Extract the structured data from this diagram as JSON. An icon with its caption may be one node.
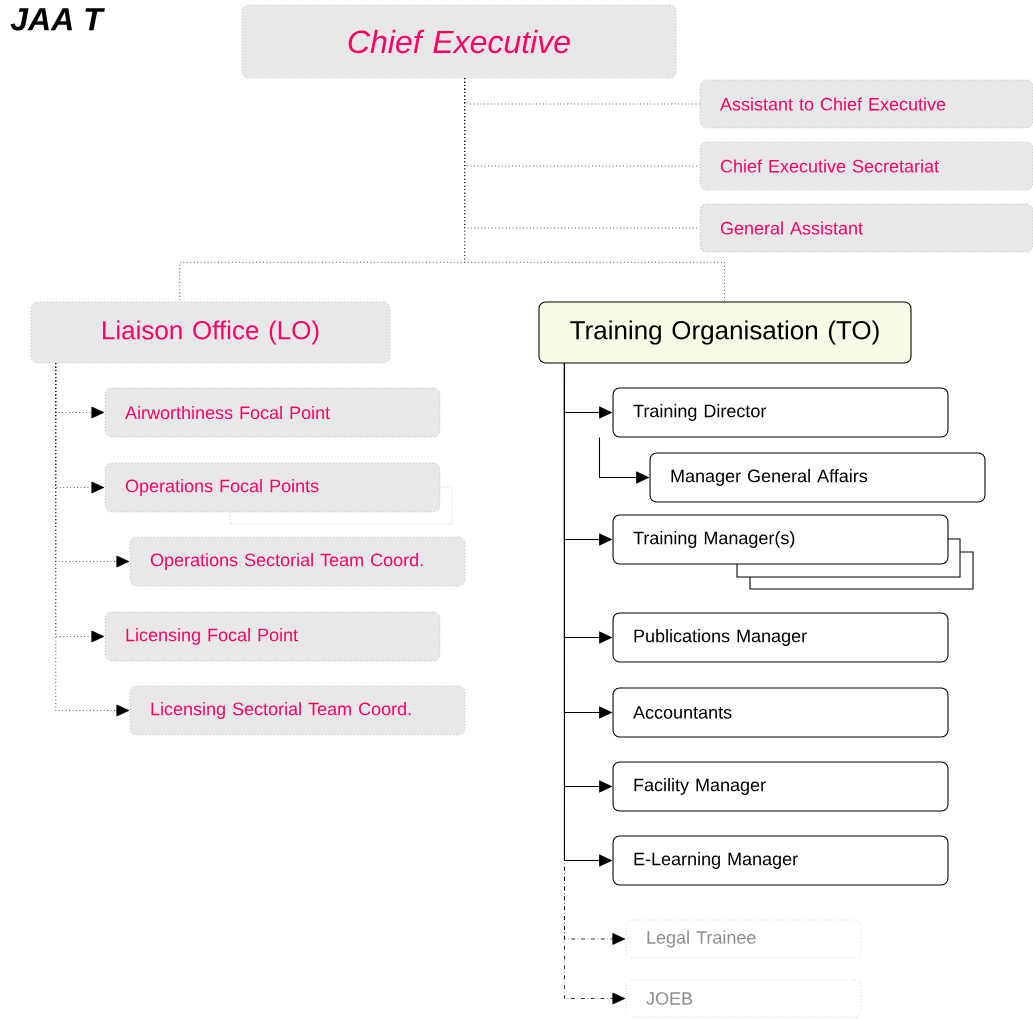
{
  "diagram": {
    "title": "JAA T",
    "nodes": [
      {
        "text": [
          "Chief Executive"
        ]
      },
      {
        "text": [
          "Assistant to Chief Executive"
        ]
      },
      {
        "text": [
          "Chief Executive Secretariat"
        ]
      },
      {
        "text": [
          "General Assistant"
        ]
      },
      {
        "text": [
          "Liaison Office (LO)"
        ]
      },
      {
        "text": [
          "Training Organisation (TO)"
        ]
      },
      {
        "text": [
          "Airworthiness Focal Point"
        ]
      },
      {
        "text": [
          "Operations Focal Points"
        ]
      },
      {
        "text": [
          "Operations Sectorial Team Coord."
        ]
      },
      {
        "text": [
          "Licensing Focal Point"
        ]
      },
      {
        "text": [
          "Licensing Sectorial Team Coord."
        ]
      },
      {
        "text": [
          "Training Director"
        ]
      },
      {
        "text": [
          "Manager General Affairs"
        ]
      },
      {
        "text": [
          "Training Manager(s)"
        ]
      },
      {
        "text": [
          "Publications Manager"
        ]
      },
      {
        "text": [
          "Accountants"
        ]
      },
      {
        "text": [
          "Facility Manager"
        ]
      },
      {
        "text": [
          "E-Learning Manager"
        ]
      },
      {
        "text": [
          "Legal Trainee"
        ]
      },
      {
        "text": [
          "JOEB"
        ]
      }
    ],
    "edges": [
      {
        "from": 0,
        "to": 1,
        "arrow": "none",
        "style": "dashed"
      },
      {
        "from": 0,
        "to": 2,
        "arrow": "none",
        "style": "dashed"
      },
      {
        "from": 0,
        "to": 3,
        "arrow": "none",
        "style": "dashed"
      },
      {
        "from": 0,
        "to": 4,
        "arrow": "none",
        "style": "dashed"
      },
      {
        "from": 0,
        "to": 5,
        "arrow": "none",
        "style": "dashed"
      },
      {
        "from": 4,
        "to": 6,
        "arrow": "to",
        "style": "dashed"
      },
      {
        "from": 4,
        "to": 7,
        "arrow": "to",
        "style": "dashed"
      },
      {
        "from": 4,
        "to": 8,
        "arrow": "to",
        "style": "dashed"
      },
      {
        "from": 4,
        "to": 9,
        "arrow": "to",
        "style": "dashed"
      },
      {
        "from": 4,
        "to": 10,
        "arrow": "to",
        "style": "dashed"
      },
      {
        "from": 5,
        "to": 11,
        "arrow": "to"
      },
      {
        "from": 11,
        "to": 12,
        "arrow": "to"
      },
      {
        "from": 5,
        "to": 13,
        "arrow": "to"
      },
      {
        "from": 5,
        "to": 14,
        "arrow": "to"
      },
      {
        "from": 5,
        "to": 15,
        "arrow": "to"
      },
      {
        "from": 5,
        "to": 16,
        "arrow": "to"
      },
      {
        "from": 5,
        "to": 17,
        "arrow": "to"
      },
      {
        "from": 5,
        "to": 18,
        "arrow": "to",
        "style": "dashed"
      },
      {
        "from": 5,
        "to": 19,
        "arrow": "to",
        "style": "dashed"
      }
    ]
  }
}
